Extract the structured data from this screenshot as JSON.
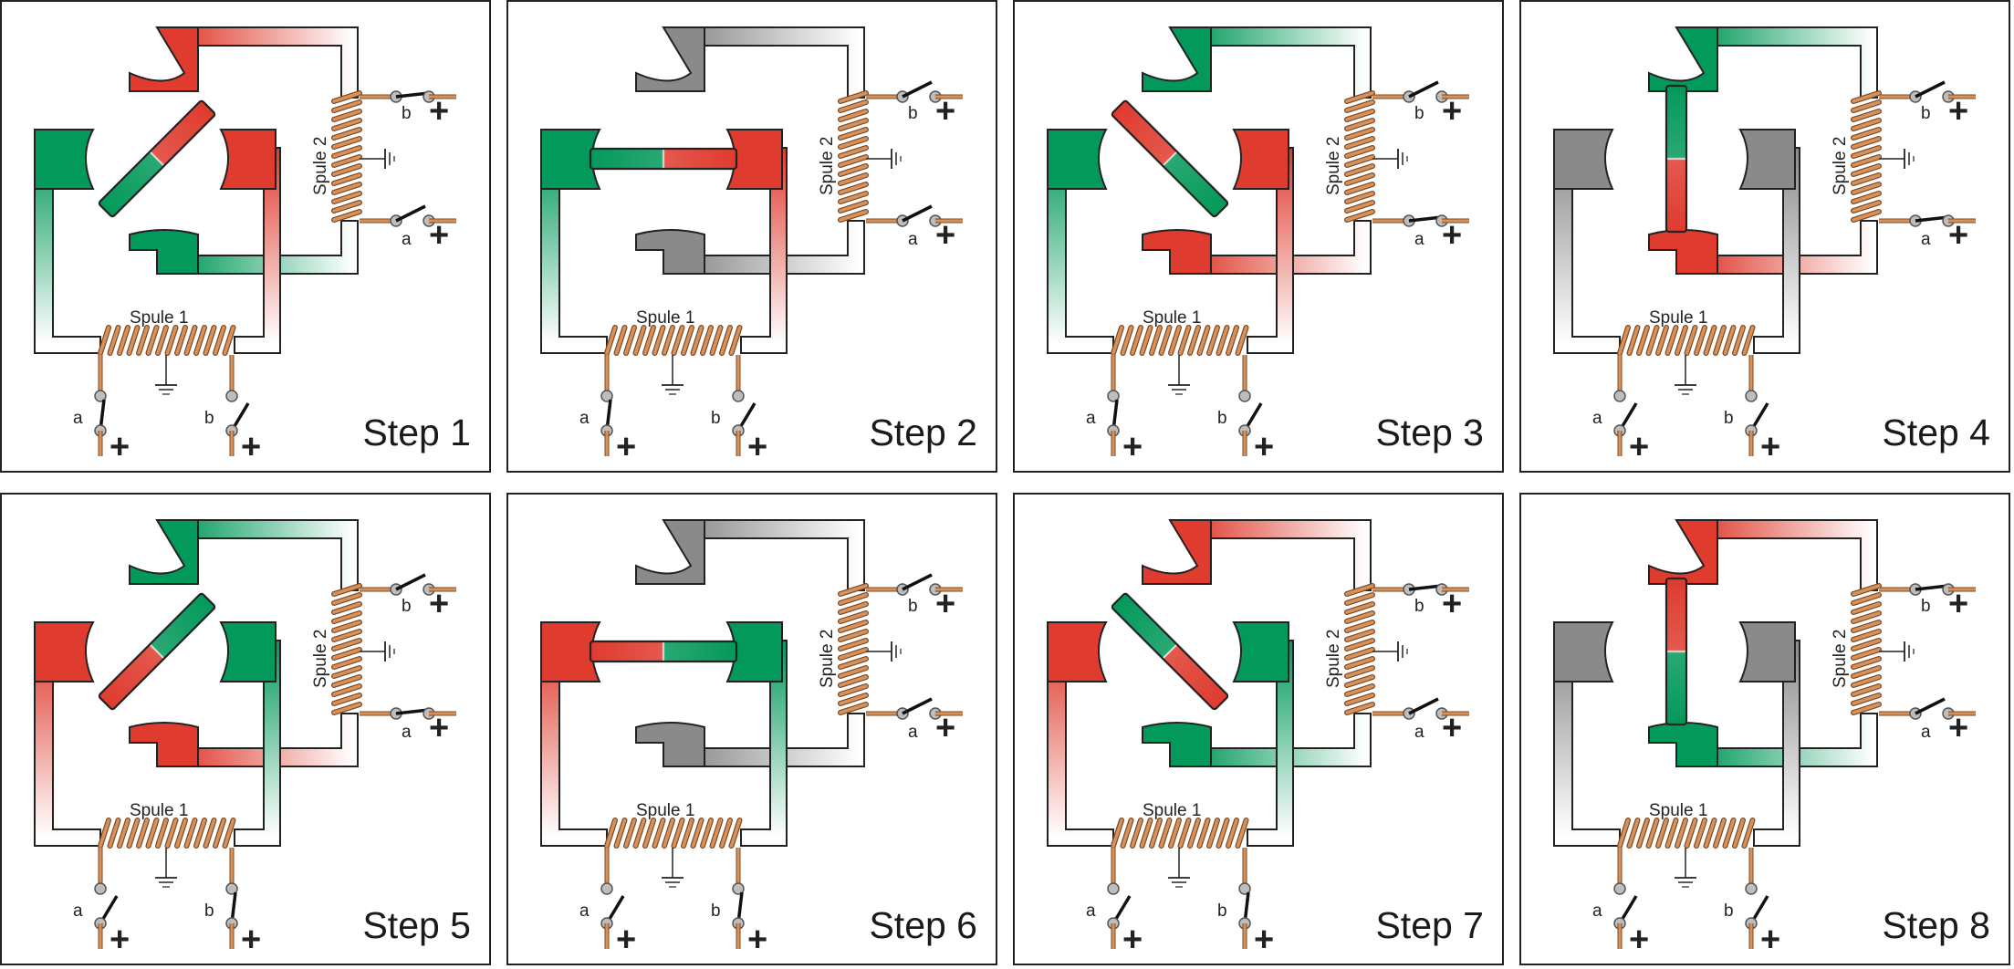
{
  "labels": {
    "coil1": "Spule 1",
    "coil2": "Spule 2",
    "terminal_a": "a",
    "terminal_b": "b",
    "plus": "+"
  },
  "colors": {
    "north": "#df3b2e",
    "south": "#03995a",
    "neutral": "#8a8a8a",
    "copper": "#d9915a"
  },
  "steps": [
    {
      "label": "Step 1",
      "rotor_angle": -45,
      "rotor_top": "south",
      "stator_left": "south",
      "stator_right": "north",
      "stator_top": "north",
      "stator_bottom": "south",
      "switch_coil1_a": "closed",
      "switch_coil1_b": "open",
      "switch_coil2_a": "open",
      "switch_coil2_b": "closed"
    },
    {
      "label": "Step 2",
      "rotor_angle": 0,
      "rotor_top": "south",
      "stator_left": "south",
      "stator_right": "north",
      "stator_top": "neutral",
      "stator_bottom": "neutral",
      "switch_coil1_a": "closed",
      "switch_coil1_b": "open",
      "switch_coil2_a": "open",
      "switch_coil2_b": "open"
    },
    {
      "label": "Step 3",
      "rotor_angle": 45,
      "rotor_top": "north",
      "stator_left": "south",
      "stator_right": "north",
      "stator_top": "south",
      "stator_bottom": "north",
      "switch_coil1_a": "closed",
      "switch_coil1_b": "open",
      "switch_coil2_a": "closed",
      "switch_coil2_b": "open"
    },
    {
      "label": "Step 4",
      "rotor_angle": 90,
      "rotor_top": "south",
      "stator_left": "neutral",
      "stator_right": "neutral",
      "stator_top": "south",
      "stator_bottom": "north",
      "switch_coil1_a": "open",
      "switch_coil1_b": "open",
      "switch_coil2_a": "closed",
      "switch_coil2_b": "open"
    },
    {
      "label": "Step 5",
      "rotor_angle": -45,
      "rotor_top": "north",
      "stator_left": "north",
      "stator_right": "south",
      "stator_top": "south",
      "stator_bottom": "north",
      "switch_coil1_a": "open",
      "switch_coil1_b": "closed",
      "switch_coil2_a": "closed",
      "switch_coil2_b": "open"
    },
    {
      "label": "Step 6",
      "rotor_angle": 0,
      "rotor_top": "north",
      "stator_left": "north",
      "stator_right": "south",
      "stator_top": "neutral",
      "stator_bottom": "neutral",
      "switch_coil1_a": "open",
      "switch_coil1_b": "closed",
      "switch_coil2_a": "open",
      "switch_coil2_b": "open"
    },
    {
      "label": "Step 7",
      "rotor_angle": 45,
      "rotor_top": "south",
      "stator_left": "north",
      "stator_right": "south",
      "stator_top": "north",
      "stator_bottom": "south",
      "switch_coil1_a": "open",
      "switch_coil1_b": "closed",
      "switch_coil2_a": "open",
      "switch_coil2_b": "closed"
    },
    {
      "label": "Step 8",
      "rotor_angle": 90,
      "rotor_top": "north",
      "stator_left": "neutral",
      "stator_right": "neutral",
      "stator_top": "north",
      "stator_bottom": "south",
      "switch_coil1_a": "open",
      "switch_coil1_b": "open",
      "switch_coil2_a": "open",
      "switch_coil2_b": "closed"
    }
  ]
}
